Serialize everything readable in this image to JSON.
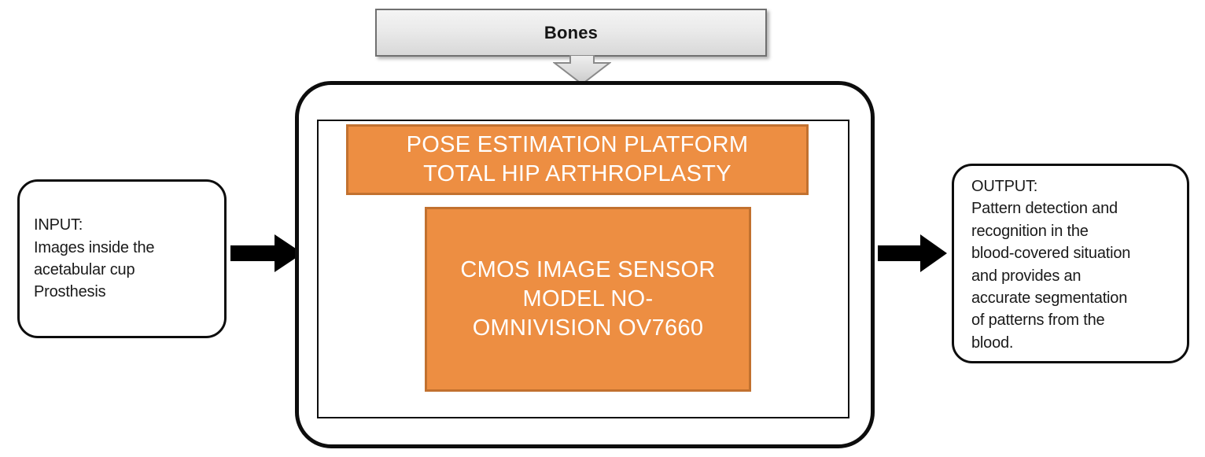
{
  "diagram": {
    "title": "Pose Estimation Platform block diagram",
    "input": {
      "name": "input-box",
      "text": "INPUT:\nImages inside the\nacetabular cup\nProsthesis"
    },
    "output": {
      "name": "output-box",
      "text": "OUTPUT:\nPattern detection and\nrecognition in the\nblood-covered situation\nand provides an\naccurate segmentation\nof patterns from the\nblood."
    },
    "header": {
      "label": "Bones"
    },
    "platform": {
      "pose_block": {
        "text": "POSE ESTIMATION PLATFORM\nTOTAL HIP ARTHROPLASTY"
      },
      "sensor_block": {
        "text": "CMOS IMAGE SENSOR\nMODEL NO-\nOMNIVISION OV7660"
      }
    },
    "colors": {
      "orange_fill": "#ed8e42",
      "orange_border": "#c2712f",
      "box_border": "#0d0d0d",
      "header_border": "#707070",
      "arrow_fill": "#000000"
    }
  }
}
